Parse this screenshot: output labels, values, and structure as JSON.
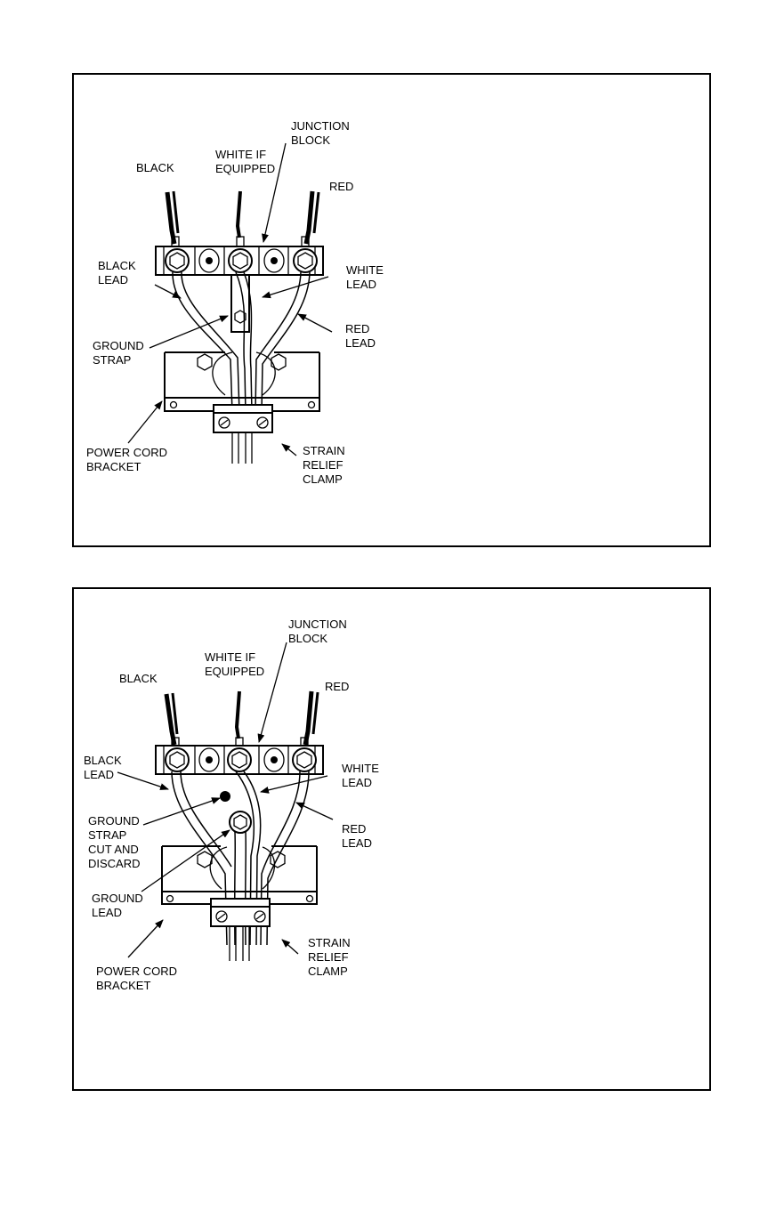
{
  "figures": [
    {
      "labels": {
        "black": "BLACK",
        "white_if": [
          "WHITE IF",
          "EQUIPPED"
        ],
        "junction": [
          "JUNCTION",
          "BLOCK"
        ],
        "red": "RED",
        "black_lead": [
          "BLACK",
          "LEAD"
        ],
        "white_lead": [
          "WHITE",
          "LEAD"
        ],
        "ground_strap": [
          "GROUND",
          "STRAP"
        ],
        "red_lead": [
          "RED",
          "LEAD"
        ],
        "power_cord": [
          "POWER CORD",
          "BRACKET"
        ],
        "strain_relief": [
          "STRAIN",
          "RELIEF",
          "CLAMP"
        ]
      }
    },
    {
      "labels": {
        "black": "BLACK",
        "white_if": [
          "WHITE IF",
          "EQUIPPED"
        ],
        "junction": [
          "JUNCTION",
          "BLOCK"
        ],
        "red": "RED",
        "black_lead": [
          "BLACK",
          "LEAD"
        ],
        "white_lead": [
          "WHITE",
          "LEAD"
        ],
        "ground_strap": [
          "GROUND",
          "STRAP",
          "CUT AND",
          "DISCARD"
        ],
        "red_lead": [
          "RED",
          "LEAD"
        ],
        "ground_lead": [
          "GROUND",
          "LEAD"
        ],
        "power_cord": [
          "POWER CORD",
          "BRACKET"
        ],
        "strain_relief": [
          "STRAIN",
          "RELIEF",
          "CLAMP"
        ]
      }
    }
  ]
}
